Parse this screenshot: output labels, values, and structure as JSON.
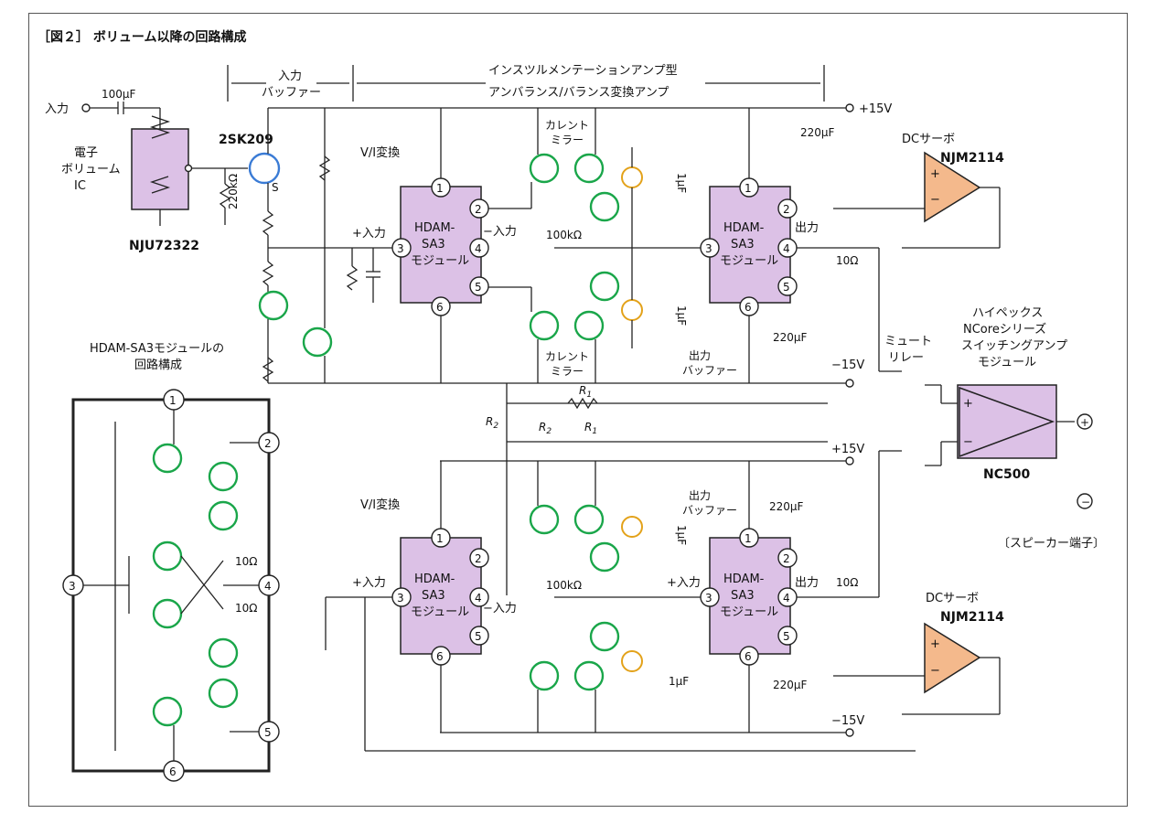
{
  "figure": {
    "title": "［図２］ ボリューム以降の回路構成"
  },
  "sections": {
    "input_buffer": [
      "入力",
      "バッファー"
    ],
    "ia_amp": [
      "インスツルメンテーションアンプ型",
      "アンバランス/バランス変換アンプ"
    ]
  },
  "input": {
    "label": "入力",
    "cap": "100μF"
  },
  "volume_ic": {
    "name": [
      "電子",
      "ボリューム",
      "IC"
    ],
    "part": "NJU72322"
  },
  "fet": {
    "part": "2SK209",
    "source": "S"
  },
  "r_in": "220kΩ",
  "rails": {
    "pos": "+15V",
    "neg": "−15V",
    "cap": "220μF"
  },
  "hdam_block": {
    "title": [
      "HDAM-SA3モジュールの",
      "回路構成"
    ],
    "pins": [
      "1",
      "2",
      "3",
      "4",
      "5",
      "6"
    ],
    "r10": "10Ω"
  },
  "module": {
    "name": [
      "HDAM-",
      "SA3",
      "モジュール"
    ],
    "pins": [
      "1",
      "2",
      "3",
      "4",
      "5",
      "6"
    ]
  },
  "labels": {
    "vi": "V/I変換",
    "plus_in": "+入力",
    "minus_in": "−入力",
    "out": "出力",
    "current_mirror": [
      "カレント",
      "ミラー"
    ],
    "out_buffer": [
      "出力",
      "バッファー"
    ],
    "r100k": "100kΩ",
    "c1u": "1μF",
    "r10": "10Ω",
    "r1": "R1",
    "r2": "R2"
  },
  "servo": {
    "label": "DCサーボ",
    "part": "NJM2114"
  },
  "mute": [
    "ミュート",
    "リレー"
  ],
  "amp_module": {
    "name": [
      "ハイペックス",
      "NCoreシリーズ",
      "スイッチングアンプ",
      "モジュール"
    ],
    "part": "NC500"
  },
  "speaker": "〔スピーカー端子〕"
}
